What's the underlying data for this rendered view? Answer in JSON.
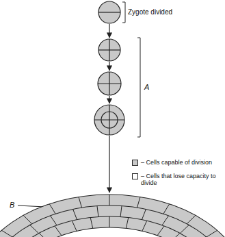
{
  "diagram": {
    "labels": [
      "Zygote divided",
      "A",
      "B"
    ],
    "legend": [
      {
        "text": "– Cells capable of division",
        "color": "#c9c9c9"
      },
      {
        "text": "– Cells that lose capacity to divide",
        "color": "#ffffff"
      }
    ]
  }
}
